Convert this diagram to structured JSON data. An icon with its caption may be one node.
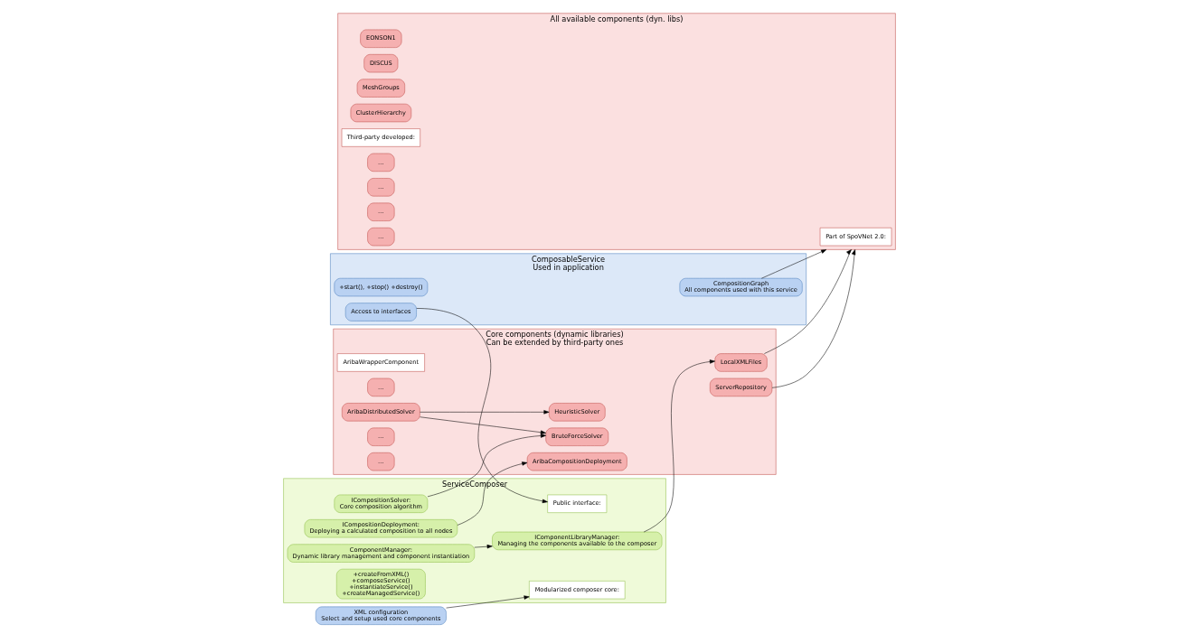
{
  "diagram": {
    "nodes": [
      {
        "text": [
          "XML configuration",
          "Select and setup used core components"
        ]
      },
      {
        "text": [
          "ServiceComposer"
        ]
      },
      {
        "text": [
          "Modularized composer core:"
        ],
        "in": 1
      },
      {
        "text": [
          "ICompositionDeployment:",
          "Deploying a calculated composition to all nodes"
        ],
        "in": 1
      },
      {
        "text": [
          "ICompositionSolver:",
          "Core composition algorithm"
        ],
        "in": 1
      },
      {
        "text": [
          "IComponentLibraryManager:",
          "Managing the components available to the composer"
        ],
        "in": 1
      },
      {
        "text": [
          "ComponentManager:",
          "Dynamic library management and component instantiation"
        ],
        "in": 1
      },
      {
        "text": [
          "Public interface:"
        ],
        "in": 1
      },
      {
        "text": [
          "+createFromXML()",
          "+composeService()",
          "+instantiateService()",
          "+createManagedService()"
        ],
        "in": 1
      },
      {
        "text": [
          "Core components (dynamic libraries)",
          "Can be extended by third-party ones"
        ]
      },
      {
        "text": [
          "AribaWrapperComponent"
        ],
        "in": 9
      },
      {
        "text": [
          "AribaCompositionDeployment"
        ],
        "in": 9
      },
      {
        "text": [
          "…"
        ],
        "in": 9
      },
      {
        "text": [
          "BruteForceSolver"
        ],
        "in": 9
      },
      {
        "text": [
          "HeuristicSolver"
        ],
        "in": 9
      },
      {
        "text": [
          "AribaDistributedSolver"
        ],
        "in": 9
      },
      {
        "text": [
          "…"
        ],
        "in": 9
      },
      {
        "text": [
          "LocalXMLFiles"
        ],
        "in": 9
      },
      {
        "text": [
          "ServerRepository"
        ],
        "in": 9
      },
      {
        "text": [
          "…"
        ],
        "in": 9
      },
      {
        "text": [
          "All available components (dyn. libs)"
        ]
      },
      {
        "text": [
          "Part of SpoVNet 2.0:"
        ],
        "in": 20
      },
      {
        "text": [
          "EONSON1"
        ],
        "in": 20
      },
      {
        "text": [
          "DISCUS"
        ],
        "in": 20
      },
      {
        "text": [
          "MeshGroups"
        ],
        "in": 20
      },
      {
        "text": [
          "ClusterHierarchy"
        ],
        "in": 20
      },
      {
        "text": [
          "Third-party developed:"
        ],
        "in": 20
      },
      {
        "text": [
          "…"
        ],
        "in": 20
      },
      {
        "text": [
          "…"
        ],
        "in": 20
      },
      {
        "text": [
          "…"
        ],
        "in": 20
      },
      {
        "text": [
          "…"
        ],
        "in": 20
      },
      {
        "text": [
          "ComposableService",
          "Used in application"
        ]
      },
      {
        "text": [
          "+start(), +stop() +destroy()"
        ],
        "in": 31
      },
      {
        "text": [
          "Access to interfaces"
        ],
        "in": 31
      },
      {
        "text": [
          "CompositionGraph",
          "All components used with this service"
        ],
        "in": 31
      }
    ],
    "edges": [
      {
        "from": 0,
        "to": 2,
        "arrow": "to"
      },
      {
        "from": 3,
        "to": 11,
        "arrow": "to"
      },
      {
        "from": 4,
        "to": 13,
        "arrow": "to"
      },
      {
        "from": 5,
        "to": 17,
        "arrow": "to"
      },
      {
        "from": 15,
        "to": 13,
        "arrow": "to"
      },
      {
        "from": 15,
        "to": 14,
        "arrow": "to"
      },
      {
        "from": 6,
        "to": 5,
        "arrow": "to"
      },
      {
        "from": 17,
        "to": 20,
        "arrow": "to"
      },
      {
        "from": 18,
        "to": 20,
        "arrow": "to"
      },
      {
        "from": 33,
        "to": 7,
        "arrow": "to"
      },
      {
        "from": 34,
        "to": 20,
        "arrow": "to"
      }
    ]
  }
}
